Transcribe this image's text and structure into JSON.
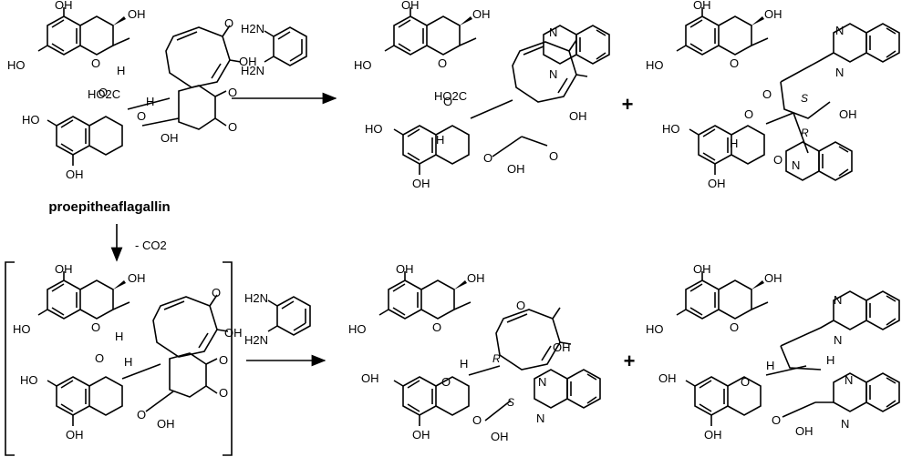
{
  "compound_name": "proepitheaflagallin",
  "reagent_label_1": "H2N",
  "reagent_label_2": "H2N",
  "decarboxylation_label": "- CO2",
  "plus_sign": "+",
  "atoms": {
    "oh": "OH",
    "ho": "HO",
    "o": "O",
    "h": "H",
    "n": "N",
    "co2h": "HO2C"
  },
  "stereo": {
    "r": "R",
    "s": "S"
  }
}
